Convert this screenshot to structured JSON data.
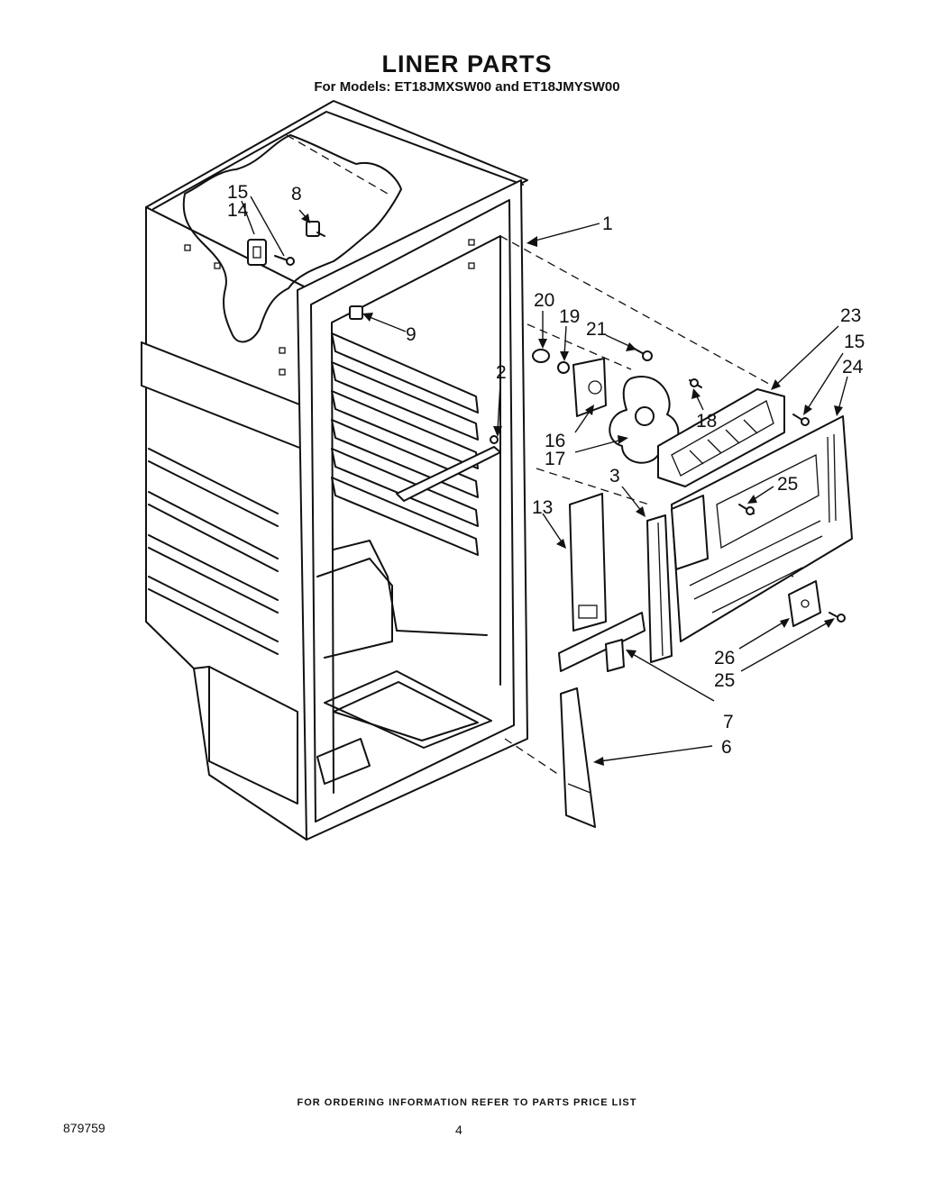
{
  "header": {
    "title": "LINER PARTS",
    "subtitle": "For Models: ET18JMXSW00 and ET18JMYSW00"
  },
  "callouts": [
    "1",
    "2",
    "3",
    "6",
    "7",
    "8",
    "9",
    "13",
    "14",
    "15",
    "16",
    "17",
    "18",
    "19",
    "20",
    "21",
    "23",
    "15",
    "24",
    "25",
    "26",
    "25"
  ],
  "footer": {
    "note": "FOR ORDERING INFORMATION REFER TO PARTS PRICE LIST",
    "doc_number": "879759",
    "page_number": "4"
  }
}
